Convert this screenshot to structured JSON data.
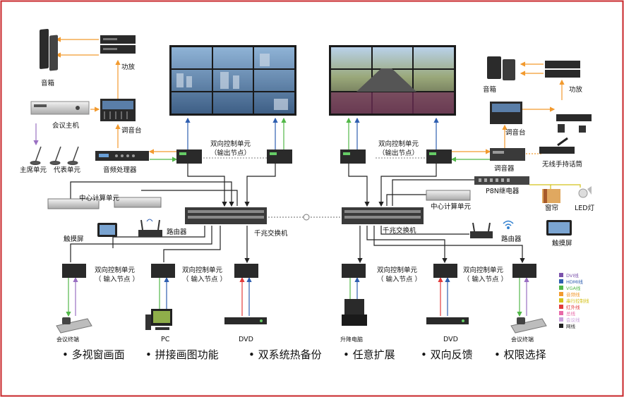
{
  "colors": {
    "frame": "#c8272b",
    "audio": "#f29a2e",
    "hdmi": "#2f5fb0",
    "vga": "#52b848",
    "network": "#222222",
    "mic": "#9a6fc2",
    "serial": "#d4c21a",
    "red": "#e23b3b"
  },
  "labels": {
    "speaker_left": "音箱",
    "amp_left": "功放",
    "conf_host": "会议主机",
    "mixer_left": "调音台",
    "chair_unit": "主席单元",
    "rep_unit": "代表单元",
    "audio_processor": "音频处理器",
    "out_node_title_left": "双向控制单元",
    "out_node_sub_left": "（输出节点）",
    "out_node_title_right": "双向控制单元",
    "out_node_sub_right": "（输出节点）",
    "central_left": "中心计算单元",
    "central_right": "中心计算单元",
    "touch_left": "触摸屏",
    "touch_right": "触摸屏",
    "router_left": "路由器",
    "router_right": "路由器",
    "switch_left": "千兆交换机",
    "switch_right": "千兆交换机",
    "speaker_right": "音箱",
    "amp_right": "功放",
    "mixer_right": "调音台",
    "tuner": "调音器",
    "wireless_mic": "无线手持话筒",
    "relay": "P8N继电器",
    "curtain": "窗帘",
    "led": "LED灯",
    "in_node_title_1": "双向控制单元",
    "in_node_sub_1": "（ 输入节点 ）",
    "in_node_title_2": "双向控制单元",
    "in_node_sub_2": "（ 输入节点 ）",
    "in_node_title_3": "双向控制单元",
    "in_node_sub_3": "（ 输入节点 ）",
    "in_node_title_4": "双向控制单元",
    "in_node_sub_4": "（ 输入节点 ）",
    "conf_terminal_left": "会议终端",
    "conf_terminal_right": "会议终端",
    "pc": "PC",
    "dvd_left": "DVD",
    "dvd_right": "DVD",
    "lift_pc": "升降电脑"
  },
  "legend": [
    {
      "name": "DVI线",
      "color": "#7b52ab"
    },
    {
      "name": "HDMI线",
      "color": "#2f5fb0"
    },
    {
      "name": "VGA线",
      "color": "#52b848"
    },
    {
      "name": "音频线",
      "color": "#f29a2e"
    },
    {
      "name": "串行控制线",
      "color": "#d4c21a"
    },
    {
      "name": "红外线",
      "color": "#e23b3b"
    },
    {
      "name": "总线",
      "color": "#e86aa8"
    },
    {
      "name": "会议线",
      "color": "#c9a0dc"
    },
    {
      "name": "网线",
      "color": "#222222"
    }
  ],
  "features": [
    "多视窗画面",
    "拼接画图功能",
    "双系统热备份",
    "任意扩展",
    "双向反馈",
    "权限选择"
  ]
}
